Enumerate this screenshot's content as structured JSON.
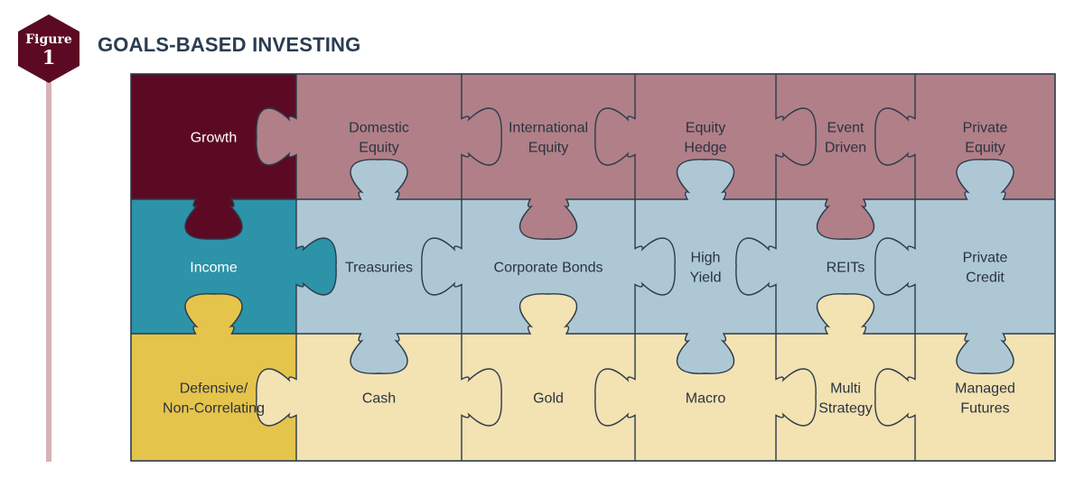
{
  "figure": {
    "word": "Figure",
    "number": "1"
  },
  "title": "GOALS-BASED INVESTING",
  "colors": {
    "growth": "#5c0a24",
    "equity_row": "#b17f88",
    "income": "#2c93a8",
    "fixed_income_row": "#adc8d4",
    "defensive": "#e5c44c",
    "defensive_row": "#f3e2b2",
    "outline": "#2b3b4c",
    "badge": "#5c0a24"
  },
  "rows": [
    {
      "id": "growth",
      "category": [
        "Growth"
      ],
      "pieces": [
        [
          "Domestic",
          "Equity"
        ],
        [
          "International",
          "Equity"
        ],
        [
          "Equity",
          "Hedge"
        ],
        [
          "Event",
          "Driven"
        ],
        [
          "Private",
          "Equity"
        ]
      ]
    },
    {
      "id": "income",
      "category": [
        "Income"
      ],
      "pieces": [
        [
          "Treasuries"
        ],
        [
          "Corporate Bonds"
        ],
        [
          "High",
          "Yield"
        ],
        [
          "REITs"
        ],
        [
          "Private",
          "Credit"
        ]
      ]
    },
    {
      "id": "defensive",
      "category": [
        "Defensive/",
        "Non-Correlating"
      ],
      "pieces": [
        [
          "Cash"
        ],
        [
          "Gold"
        ],
        [
          "Macro"
        ],
        [
          "Multi",
          "Strategy"
        ],
        [
          "Managed",
          "Futures"
        ]
      ]
    }
  ]
}
